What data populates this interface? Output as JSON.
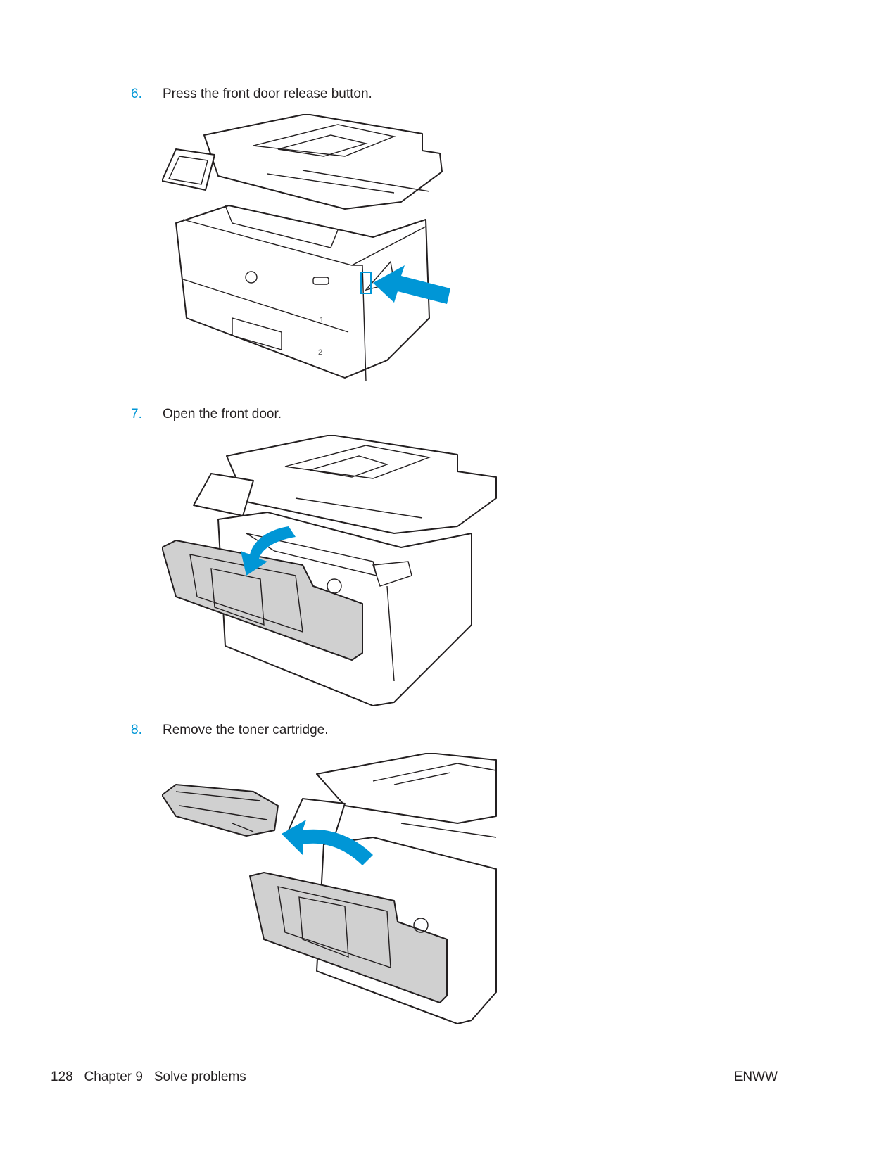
{
  "steps": [
    {
      "number": "6.",
      "text": "Press the front door release button."
    },
    {
      "number": "7.",
      "text": "Open the front door."
    },
    {
      "number": "8.",
      "text": "Remove the toner cartridge."
    }
  ],
  "printer_labels": {
    "tray1": "1",
    "tray2": "2"
  },
  "footer": {
    "page": "128",
    "chapter": "Chapter 9",
    "section": "Solve problems",
    "right": "ENWW"
  },
  "colors": {
    "accent": "#0096d6"
  }
}
